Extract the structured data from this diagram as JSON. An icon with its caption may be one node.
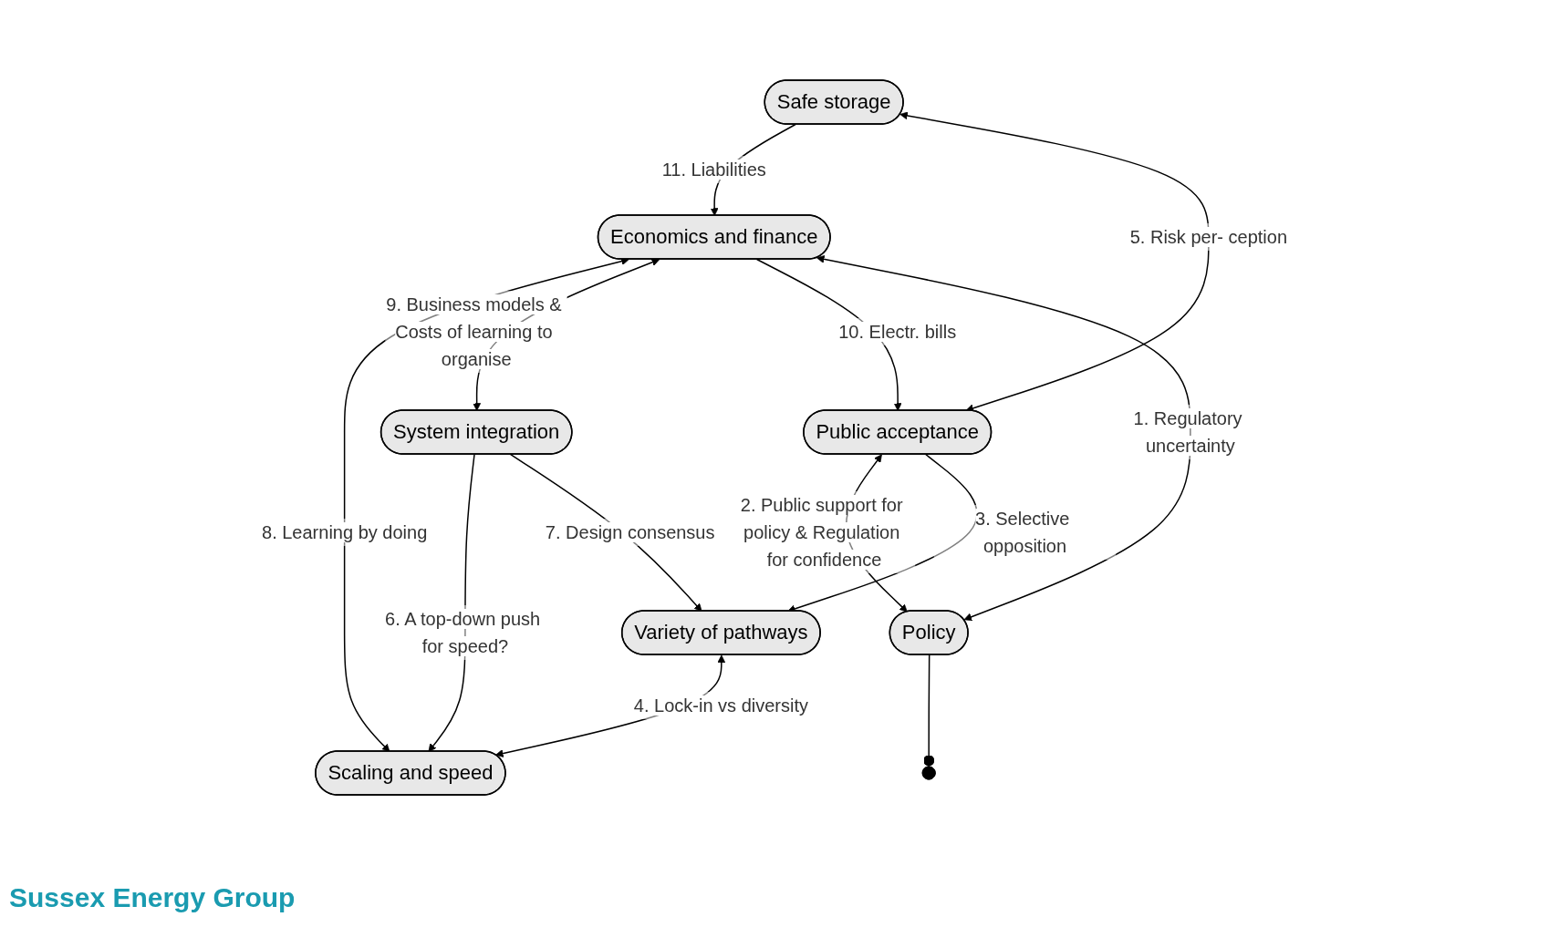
{
  "diagram": {
    "nodes": [
      {
        "text": [
          "Safe storage"
        ]
      },
      {
        "text": [
          "Variety of pathways"
        ]
      },
      {
        "text": [
          "Scaling and speed"
        ]
      },
      {
        "text": [
          "Public acceptance"
        ]
      },
      {
        "text": [
          "System integration"
        ]
      },
      {
        "text": [
          "Policy"
        ]
      },
      {
        "text": [
          "Economics and finance"
        ]
      }
    ],
    "edges": [
      {
        "from": 5,
        "to": 6,
        "arrow": "both",
        "label": "1. Regulatory uncertainty"
      },
      {
        "from": 3,
        "to": 5,
        "arrow": "both",
        "label": "2. Public support for policy & Regulation for confidence"
      },
      {
        "from": 3,
        "to": 1,
        "arrow": "to",
        "label": "3. Selective opposition"
      },
      {
        "from": 1,
        "to": 2,
        "arrow": "both",
        "label": "4. Lock-in vs diversity"
      },
      {
        "from": 5,
        "to": null,
        "arrow": "other"
      },
      {
        "from": 3,
        "to": 0,
        "arrow": "both",
        "label": "5. Risk per- ception"
      },
      {
        "from": 4,
        "to": 2,
        "arrow": "to",
        "label": "6. A top-down push for speed?"
      },
      {
        "from": 4,
        "to": 1,
        "arrow": "to",
        "label": "7. Design consensus"
      },
      {
        "from": 6,
        "to": 2,
        "arrow": "both",
        "label": "8. Learning by doing"
      },
      {
        "from": 6,
        "to": 4,
        "arrow": "both",
        "label": "9. Business models & Costs of learning to organise"
      },
      {
        "from": 6,
        "to": 3,
        "arrow": "to",
        "label": "10. Electr. bills"
      },
      {
        "from": 0,
        "to": 6,
        "arrow": "to",
        "label": "11. Liabilities"
      }
    ],
    "labels": [
      "Sussex Energy Group"
    ]
  }
}
